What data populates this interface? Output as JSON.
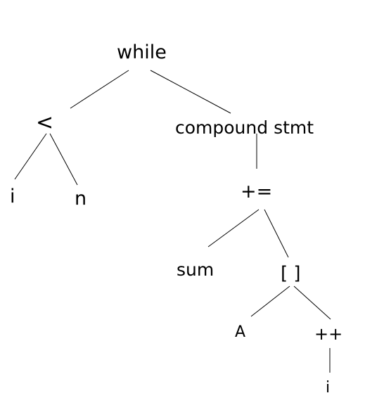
{
  "nodes": {
    "while": "while",
    "less_than": "<",
    "i": "i",
    "n": "n",
    "compound_stmt": "compound stmt",
    "plus_assign": "+=",
    "sum": "sum",
    "brackets": "[ ]",
    "a": "A",
    "increment": "++",
    "i2": "i"
  }
}
